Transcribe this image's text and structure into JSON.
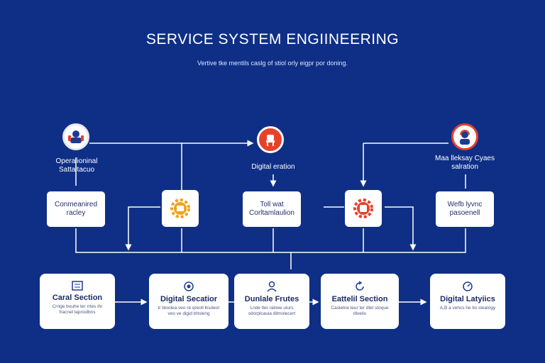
{
  "title": "SERVICE SYSTEM ENGIINEERING",
  "subtitle": "Vertive tke mentils caslg of stiol orly eigpr por doning.",
  "colors": {
    "background": "#0f2f86",
    "accent_red": "#e8412b",
    "accent_orange": "#f0a21f"
  },
  "top_nodes": [
    {
      "label": "Operalioninal Sattaltacuo",
      "icon": "people-icon"
    },
    {
      "label": "Digital eration",
      "icon": "chair-icon"
    },
    {
      "label": "Maa lleksay Cyaes salration",
      "icon": "support-agent-icon"
    }
  ],
  "middle_boxes": [
    {
      "label": "Conmeanired racley"
    },
    {
      "label": "Toll wat Corltamlaulion"
    },
    {
      "label": "Wefb lyvnc pasoenell"
    }
  ],
  "middle_icons": [
    {
      "icon": "gear-document-icon"
    },
    {
      "icon": "gear-chart-icon"
    }
  ],
  "bottom_cards": [
    {
      "title": "Caral Section",
      "desc": "Crnge bouhe ter rrtes ihr fracnel laprcidbns",
      "icon": "document-icon"
    },
    {
      "title": "Digital Secatior",
      "desc": "tr bloolea veo re qreoll llcuteor veo ve digid bhsleng",
      "icon": "target-icon"
    },
    {
      "title": "Dunlale Frutes",
      "desc": "Lnde tler ralnee ulurs sdorplcauia dilmolecert",
      "icon": "person-icon"
    },
    {
      "title": "Eattelil Section",
      "desc": "Casletne leur ter dlet stoque dlvelis",
      "icon": "refresh-icon"
    },
    {
      "title": "Digital Latyiics",
      "desc": "A,B a vehcs he tio stealogy",
      "icon": "speedometer-icon"
    }
  ]
}
